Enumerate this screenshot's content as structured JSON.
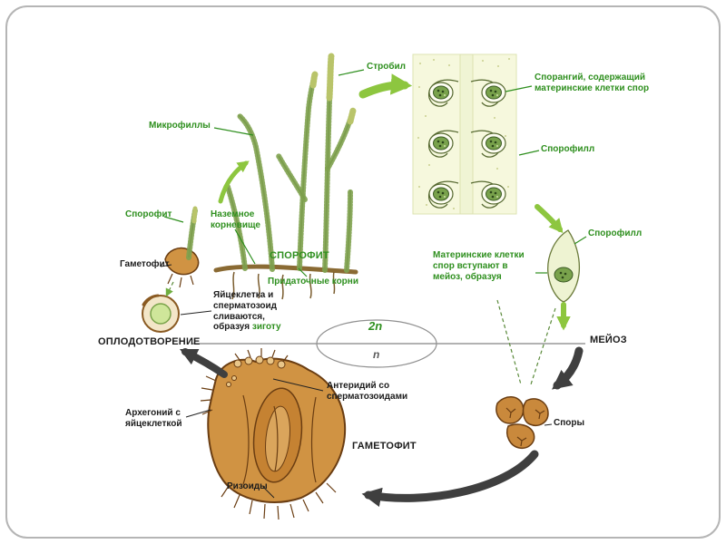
{
  "colors": {
    "label_green": "#2e8f1e",
    "label_black": "#1c1c1c",
    "arrow_green": "#8dc63f",
    "arrow_dark": "#3f3f3f",
    "brown_fill": "#d09343",
    "brown_dark": "#6a3d12",
    "section_bg": "#f6f8dd",
    "sporangium_green": "#79a24c",
    "plant_green": "#7fa24f",
    "strobilus_yellow": "#b9c46a",
    "zygote_green": "#cfe69a",
    "frame_gray": "#b5b5b5"
  },
  "diagram": {
    "labels": {
      "strobil": "Стробил",
      "microphylls": "Микрофиллы",
      "sporangium_note": "Спорангий, содержащий материнские клетки спор",
      "sporophyll_upper": "Спорофилл",
      "sporophyll_lower": "Спорофилл",
      "young_sporophyte": "Спорофит",
      "ground_rhizome": "Наземное корневище",
      "sporophyte_stage": "СПОРОФИТ",
      "adventitious_roots": "Придаточные корни",
      "young_gametophyte": "Гаметофит",
      "egg_note_black": "Яйцеклетка и сперматозоид сливаются, образуя ",
      "egg_note_green": "зиготу",
      "fertilization": "ОПЛОДОТВОРЕНИЕ",
      "mother_cells_note": "Материнские клетки спор вступают в мейоз, образуя",
      "meiosis": "МЕЙОЗ",
      "ploidy_diploid": "2n",
      "ploidy_haploid": "n",
      "antheridium": "Антеридий со сперматозоидами",
      "archegonium": "Архегоний с яйцеклеткой",
      "gametophyte_stage": "ГАМЕТОФИТ",
      "rhizoids": "Ризоиды",
      "spores": "Споры"
    }
  }
}
